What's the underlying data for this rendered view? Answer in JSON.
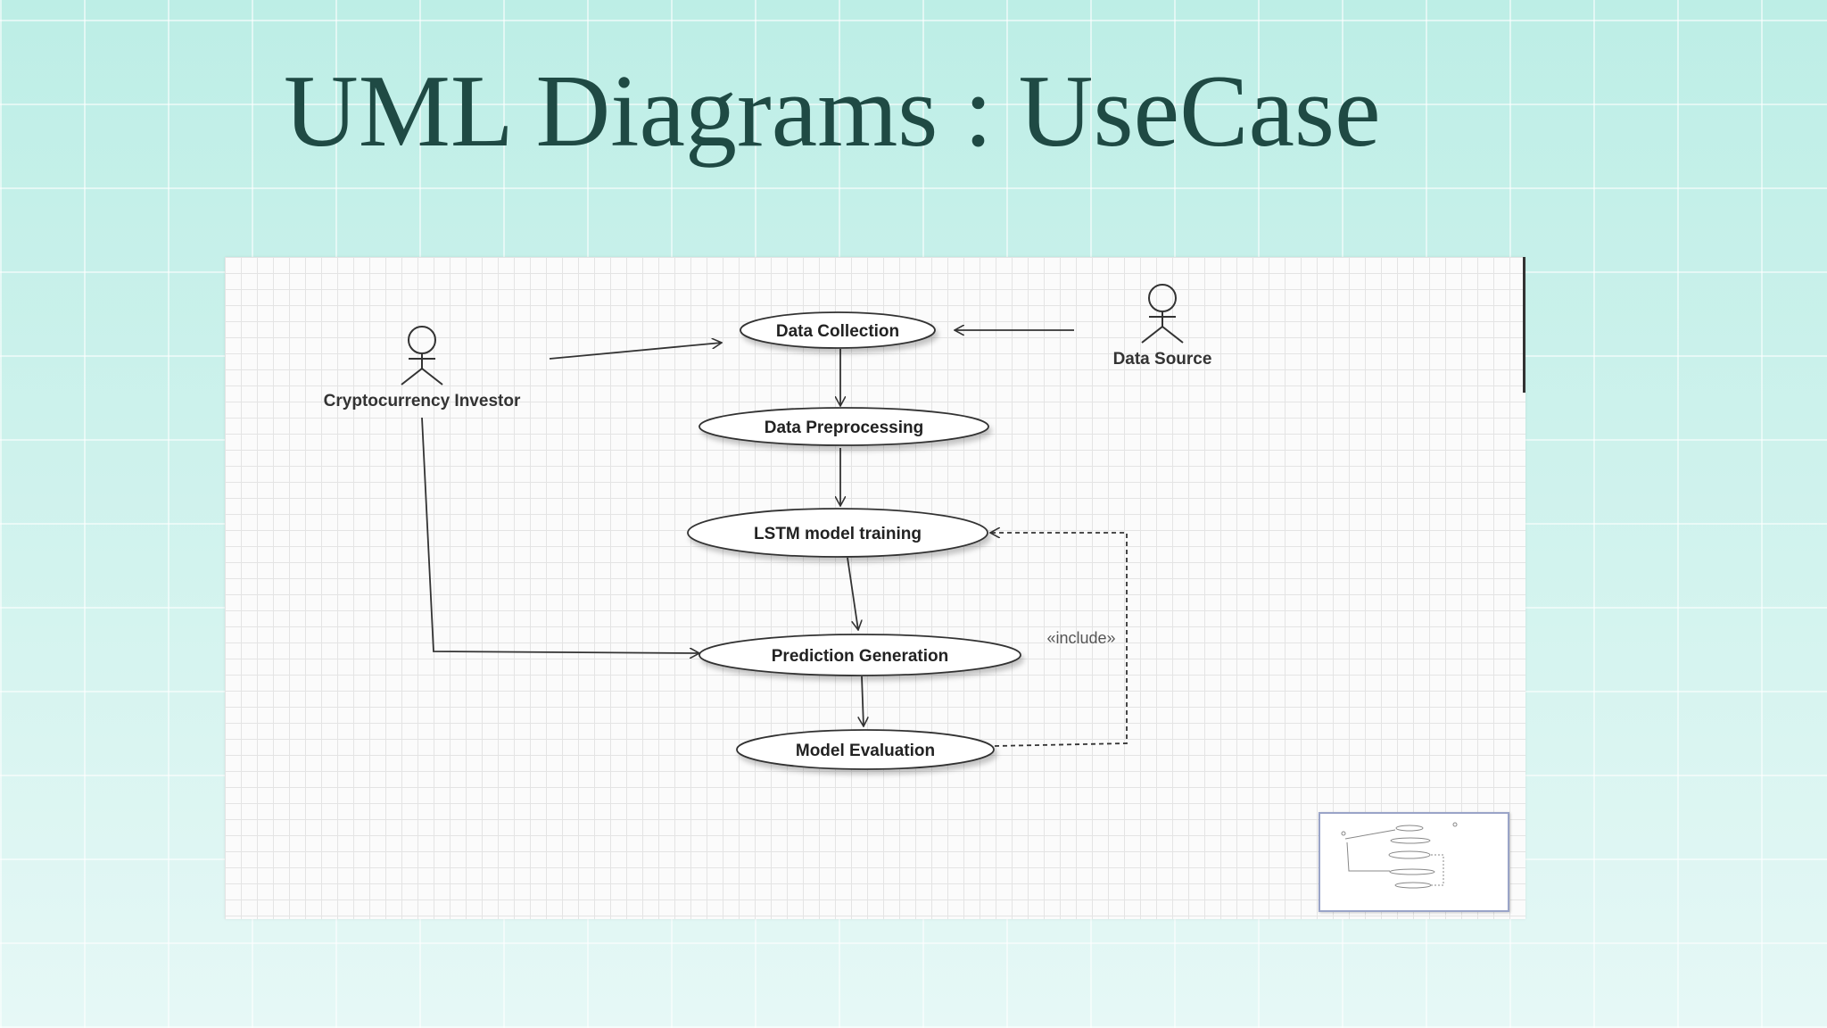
{
  "slide": {
    "title": "UML Diagrams : UseCase"
  },
  "diagram": {
    "actors": [
      {
        "id": "investor",
        "label": "Cryptocurrency Investor"
      },
      {
        "id": "source",
        "label": "Data Source"
      }
    ],
    "use_cases": [
      {
        "id": "collection",
        "label": "Data Collection"
      },
      {
        "id": "preprocessing",
        "label": "Data Preprocessing"
      },
      {
        "id": "training",
        "label": "LSTM model training"
      },
      {
        "id": "prediction",
        "label": "Prediction Generation"
      },
      {
        "id": "evaluation",
        "label": "Model Evaluation"
      }
    ],
    "relations": [
      {
        "from": "investor",
        "to": "collection",
        "type": "association"
      },
      {
        "from": "source",
        "to": "collection",
        "type": "association"
      },
      {
        "from": "collection",
        "to": "preprocessing",
        "type": "flow"
      },
      {
        "from": "preprocessing",
        "to": "training",
        "type": "flow"
      },
      {
        "from": "training",
        "to": "prediction",
        "type": "flow"
      },
      {
        "from": "investor",
        "to": "prediction",
        "type": "association"
      },
      {
        "from": "prediction",
        "to": "evaluation",
        "type": "flow"
      },
      {
        "from": "evaluation",
        "to": "training",
        "type": "include",
        "label": "«include»"
      }
    ],
    "colors": {
      "line": "#333333",
      "ellipse_fill": "#ffffff",
      "grid": "#e4e4e4"
    }
  }
}
